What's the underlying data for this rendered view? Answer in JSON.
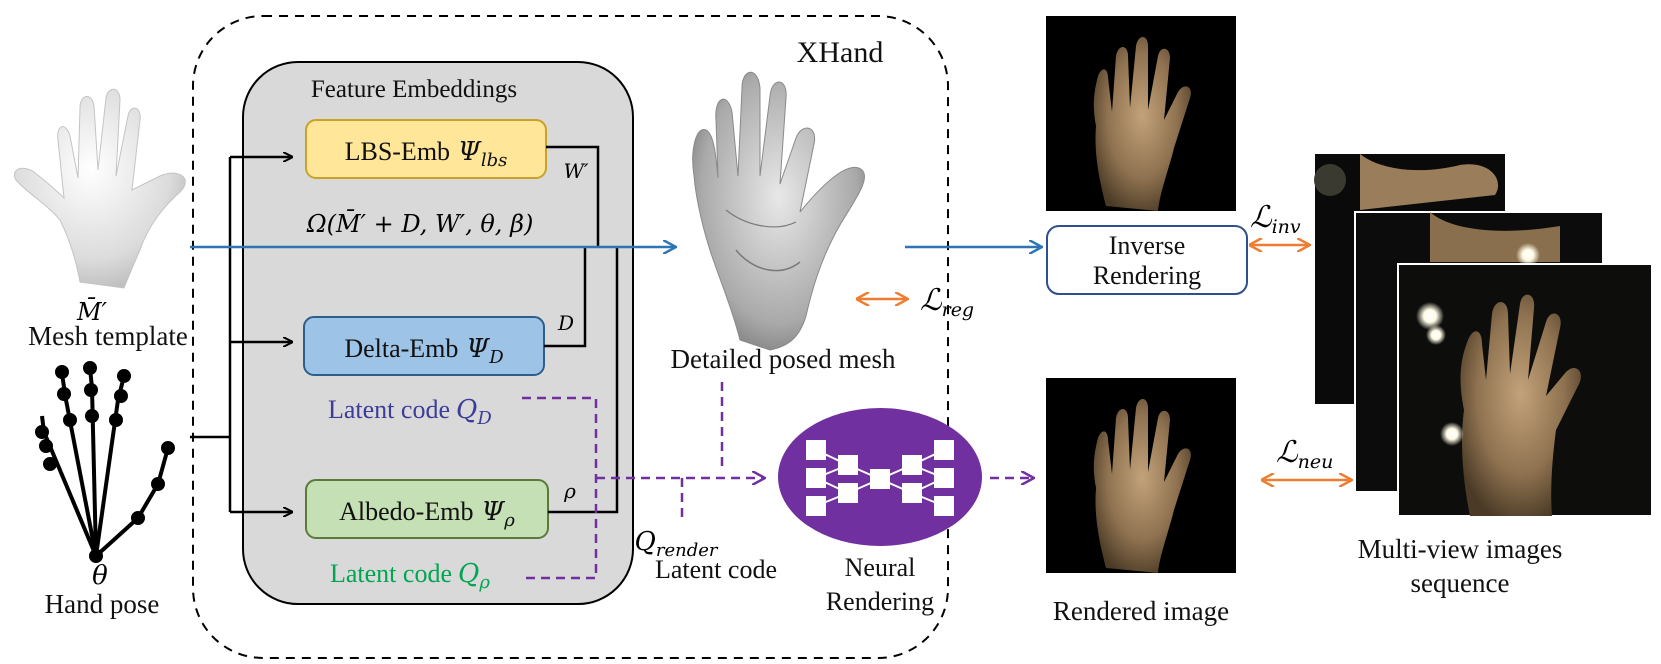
{
  "title": "XHand",
  "feature_embeddings_title": "Feature Embeddings",
  "inputs": {
    "mesh_symbol": "M̄′",
    "mesh_label": "Mesh template",
    "pose_symbol": "θ",
    "pose_label": "Hand pose"
  },
  "embeddings": {
    "lbs": {
      "name": "LBS-Emb",
      "symbol": "Ψ",
      "sub": "lbs",
      "output": "W′"
    },
    "delta": {
      "name": "Delta-Emb",
      "symbol": "Ψ",
      "sub": "D",
      "output": "D",
      "latent_text": "Latent code",
      "latent_symbol": "Q",
      "latent_sub": "D"
    },
    "albedo": {
      "name": "Albedo-Emb",
      "symbol": "Ψ",
      "sub": "ρ",
      "output": "ρ",
      "latent_text": "Latent code",
      "latent_symbol": "Q",
      "latent_sub": "ρ"
    }
  },
  "omega_formula": "Ω(M̄′ + D, W′, θ, β)",
  "detailed_mesh_label": "Detailed posed mesh",
  "q_render": {
    "symbol": "Q",
    "sub": "render",
    "text": "Latent code"
  },
  "neural_rendering": [
    "Neural",
    "Rendering"
  ],
  "inverse_rendering": [
    "Inverse",
    "Rendering"
  ],
  "rendered_image_label": "Rendered image",
  "multiview_label": [
    "Multi-view images",
    "sequence"
  ],
  "losses": {
    "reg": {
      "symbol": "ℒ",
      "sub": "reg"
    },
    "inv": {
      "symbol": "ℒ",
      "sub": "inv"
    },
    "neu": {
      "symbol": "ℒ",
      "sub": "neu"
    }
  },
  "colors": {
    "blue_arrow": "#2e75b6",
    "orange_arrow": "#ed7d31",
    "purple": "#7030a0",
    "latent_d_text": "#3c3c9a",
    "latent_rho_text": "#00a651",
    "lbs_fill": "#ffe699",
    "delta_fill": "#9dc3e6",
    "albedo_fill": "#c5e0b4",
    "panel_fill": "#d9d9d9"
  }
}
